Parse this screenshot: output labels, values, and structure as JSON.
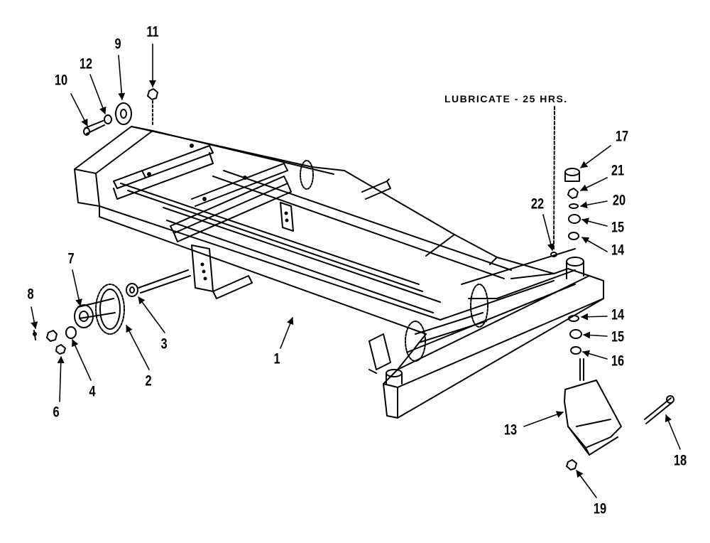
{
  "diagram": {
    "note": "LUBRICATE - 25 HRS.",
    "callouts": {
      "c1": "1",
      "c2": "2",
      "c3": "3",
      "c4": "4",
      "c6": "6",
      "c7": "7",
      "c8": "8",
      "c9": "9",
      "c10": "10",
      "c11": "11",
      "c12": "12",
      "c13": "13",
      "c14a": "14",
      "c14b": "14",
      "c15a": "15",
      "c15b": "15",
      "c16": "16",
      "c17": "17",
      "c18": "18",
      "c19": "19",
      "c20": "20",
      "c21": "21",
      "c22": "22"
    }
  }
}
